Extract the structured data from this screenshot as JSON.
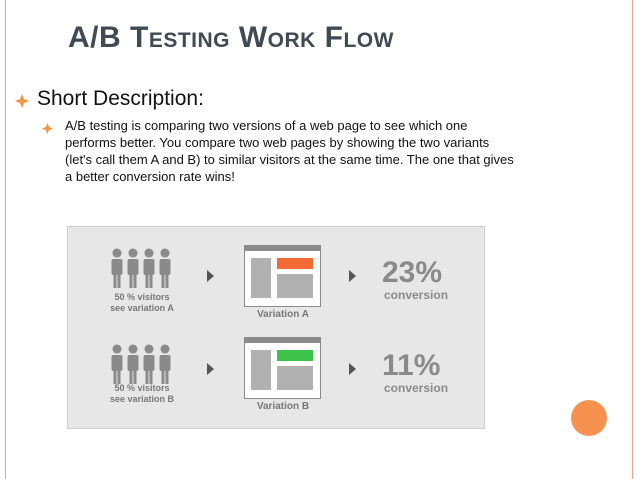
{
  "slide": {
    "title": "A/B Testing Work Flow",
    "heading": "Short Description:",
    "description": "A/B testing is comparing two versions of a web page to see which one performs better. You compare two web pages by showing the two variants (let's call them A and B) to similar visitors at the same time. The one that gives a better conversion rate wins!"
  },
  "diagram": {
    "rows": [
      {
        "visitors_line1": "50 % visitors",
        "visitors_line2": "see variation A",
        "variation_label": "Variation A",
        "percent": "23%",
        "conversion_label": "conversion",
        "bar_color": "#f26b36"
      },
      {
        "visitors_line1": "50 % visitors",
        "visitors_line2": "see variation B",
        "variation_label": "Variation B",
        "percent": "11%",
        "conversion_label": "conversion",
        "bar_color": "#3dc24b"
      }
    ]
  },
  "colors": {
    "title": "#3f4a52",
    "bullet": "#f5913e",
    "accent_circle": "#f6914f",
    "frame": "#e9a58a",
    "diagram_bg": "#e7e7e7"
  },
  "icons": {
    "main_bullet": "diamond-bullet-icon",
    "sub_bullet": "diamond-bullet-icon",
    "visitors": "people-group-icon",
    "arrow": "play-arrow-icon",
    "webpage": "webpage-icon",
    "decoration": "orange-circle"
  }
}
